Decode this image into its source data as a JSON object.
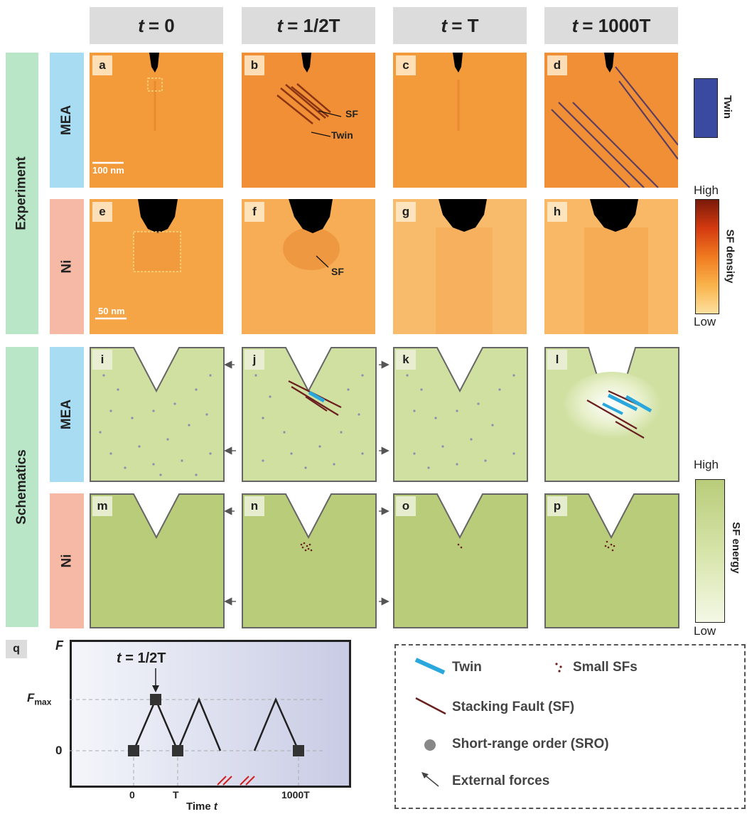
{
  "columns": [
    {
      "var": "t",
      "value": "= 0"
    },
    {
      "var": "t",
      "value": "= 1/2T"
    },
    {
      "var": "t",
      "value": "= T"
    },
    {
      "var": "t",
      "value": "= 1000T"
    }
  ],
  "groups": {
    "experiment": "Experiment",
    "schematics": "Schematics"
  },
  "materials": {
    "mea": "MEA",
    "ni": "Ni"
  },
  "panel_labels": [
    "a",
    "b",
    "c",
    "d",
    "e",
    "f",
    "g",
    "h",
    "i",
    "j",
    "k",
    "l",
    "m",
    "n",
    "o",
    "p",
    "q"
  ],
  "annotations": {
    "sf": "SF",
    "twin": "Twin",
    "sf_f": "SF"
  },
  "scalebars": {
    "mea": "100 nm",
    "ni": "50 nm"
  },
  "colorbars": {
    "twin": {
      "title": "Twin",
      "color": "#3a4aa0"
    },
    "sf_density": {
      "title": "SF density",
      "high": "High",
      "low": "Low"
    },
    "sf_energy": {
      "title": "SF energy",
      "high": "High",
      "low": "Low"
    }
  },
  "plot": {
    "y_label": "F",
    "y_ticks": {
      "fmax": "F",
      "fmax_sub": "max",
      "zero": "0"
    },
    "x_label_var": "Time",
    "x_label_it": "t",
    "x_ticks": [
      "0",
      "T",
      "1000T"
    ],
    "callout": {
      "var": "t",
      "value": "= 1/2T"
    }
  },
  "legend": {
    "twin": "Twin",
    "small_sfs": "Small SFs",
    "sf": "Stacking Fault (SF)",
    "sro": "Short-range order (SRO)",
    "forces": "External forces"
  },
  "colors": {
    "orange": "#f39a3a",
    "schematic_mea": "#cfe0a0",
    "schematic_ni": "#b9cc7a",
    "band_green": "#b8e6c6",
    "band_blue": "#a8dcf2",
    "band_pink": "#f6b9a6",
    "twin_blue": "#2aa7dc",
    "sf_line": "#6b2020"
  }
}
